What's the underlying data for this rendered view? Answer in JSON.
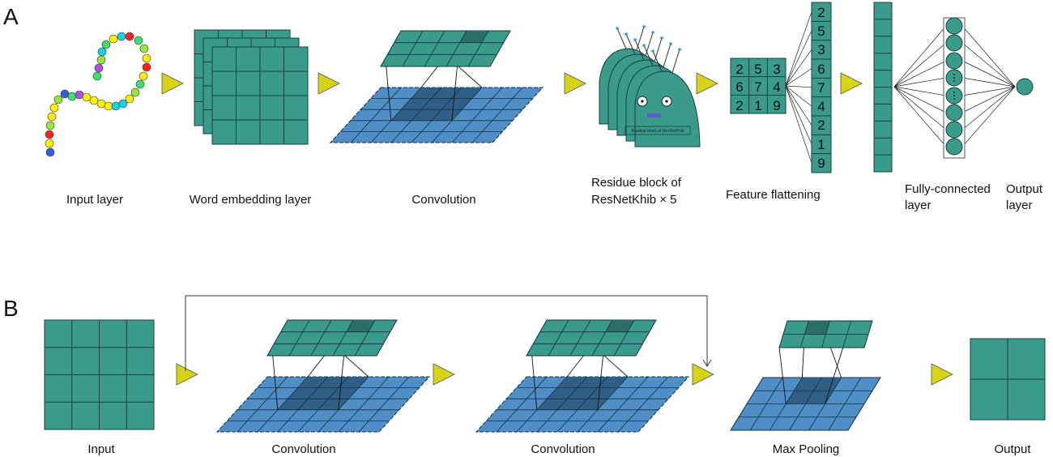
{
  "colors": {
    "teal": "#3a9b8d",
    "teal_dark": "#2a6e66",
    "blue": "#4f8ec6",
    "blue_dark": "#2f5f86",
    "arrow": "#d6d318",
    "line": "#222222"
  },
  "panel_a": {
    "label": "A",
    "steps": {
      "input": "Input layer",
      "embedding": "Word embedding layer",
      "convolution": "Convolution",
      "residue_line1": "Residue block of",
      "residue_line2": "ResNetKhib  ×  5",
      "residue_inner": "Residue block of ResNetKhib",
      "flatten": "Feature flattening",
      "fc_line1": "Fully-connected",
      "fc_line2": "layer",
      "out_line1": "Output",
      "out_line2": "layer"
    },
    "feature_grid": [
      "2",
      "5",
      "3",
      "6",
      "7",
      "4",
      "2",
      "1",
      "9"
    ],
    "flattened": [
      "2",
      "5",
      "3",
      "6",
      "7",
      "4",
      "2",
      "1",
      "9"
    ]
  },
  "panel_b": {
    "label": "B",
    "steps": {
      "input": "Input",
      "conv1": "Convolution",
      "conv2": "Convolution",
      "pool": "Max Pooling",
      "output": "Output"
    }
  }
}
